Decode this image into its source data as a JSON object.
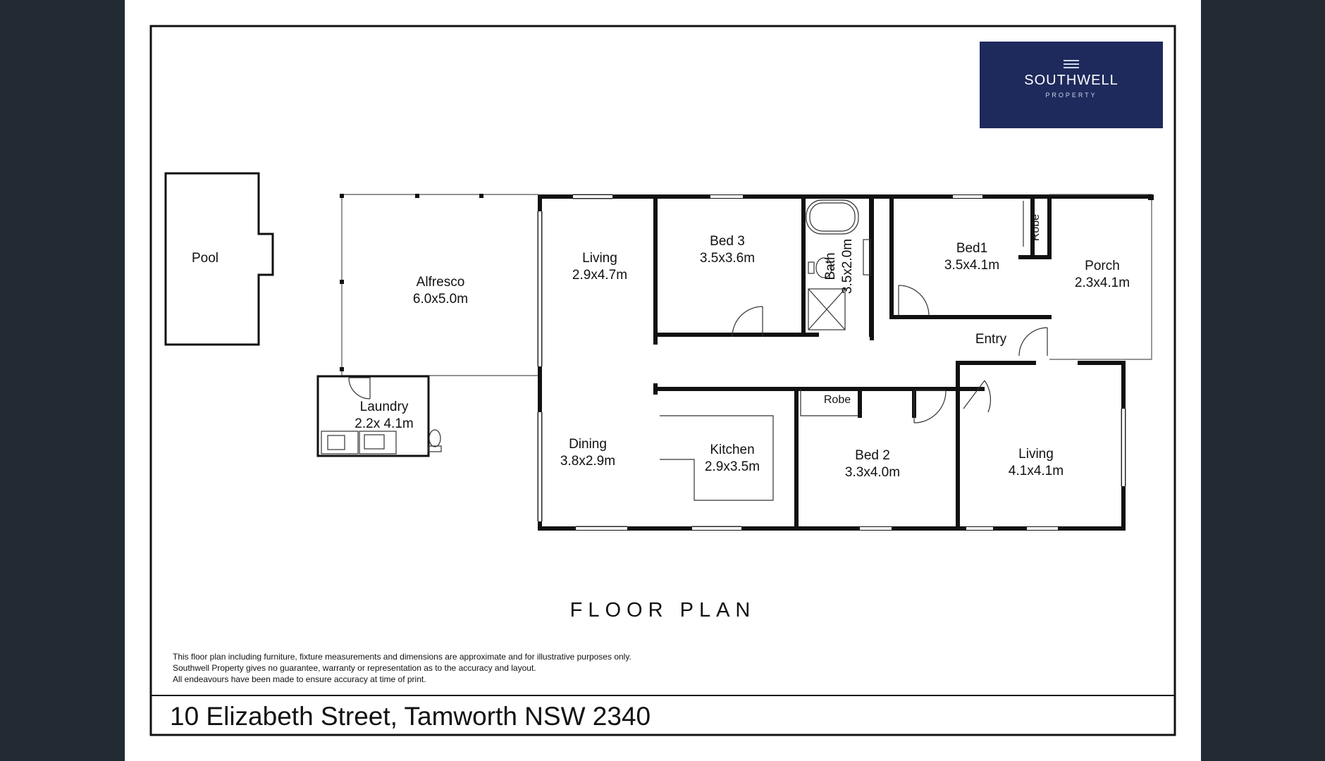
{
  "brand": {
    "name": "SOUTHWELL",
    "sub": "PROPERTY",
    "color": "#1e2a5c"
  },
  "title": "FLOOR PLAN",
  "rooms": {
    "pool": {
      "name": "Pool"
    },
    "alfresco": {
      "name": "Alfresco",
      "size": "6.0x5.0m"
    },
    "laundry": {
      "name": "Laundry",
      "size": "2.2x 4.1m"
    },
    "living1": {
      "name": "Living",
      "size": "2.9x4.7m"
    },
    "bed3": {
      "name": "Bed 3",
      "size": "3.5x3.6m"
    },
    "bath": {
      "name": "Bath",
      "size": "3.5x2.0m"
    },
    "bed1": {
      "name": "Bed1",
      "size": "3.5x4.1m"
    },
    "robe1": {
      "name": "Robe"
    },
    "porch": {
      "name": "Porch",
      "size": "2.3x4.1m"
    },
    "entry": {
      "name": "Entry"
    },
    "dining": {
      "name": "Dining",
      "size": "3.8x2.9m"
    },
    "kitchen": {
      "name": "Kitchen",
      "size": "2.9x3.5m"
    },
    "robe2": {
      "name": "Robe"
    },
    "bed2": {
      "name": "Bed 2",
      "size": "3.3x4.0m"
    },
    "living2": {
      "name": "Living",
      "size": "4.1x4.1m"
    }
  },
  "disclaimer": [
    "This floor plan including furniture, fixture measurements and dimensions are approximate and for illustrative purposes only.",
    "Southwell Property gives no guarantee, warranty or representation as to the accuracy and layout.",
    "All endeavours have been made to ensure accuracy at time of print."
  ],
  "address": "10 Elizabeth Street, Tamworth NSW 2340"
}
